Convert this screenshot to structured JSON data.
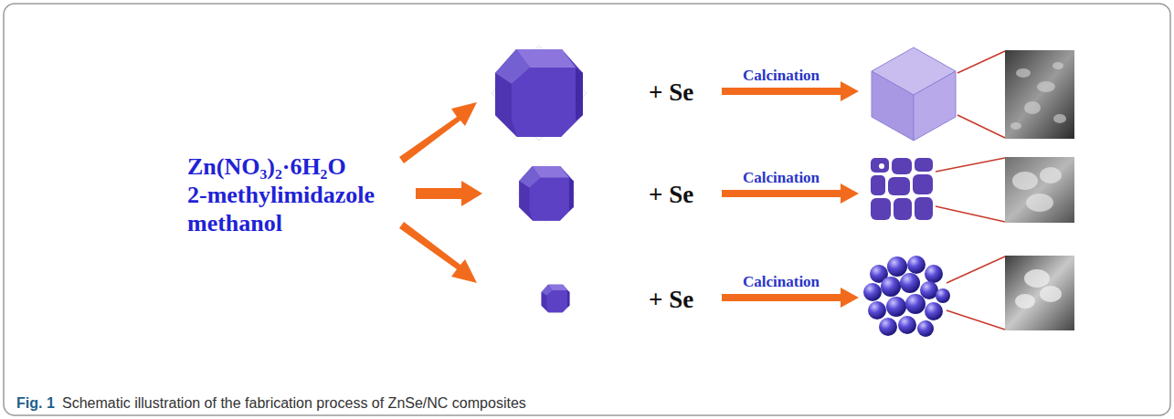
{
  "diagram": {
    "caption": "Schematic illustration of the fabrication process of ZnSe/NC composites",
    "labels": [
      "Zn(NO₃)₂·6H₂O",
      "2-methylimidazole",
      "methanol",
      "+ Se",
      "Calcination",
      "+ Se",
      "Calcination",
      "+ Se",
      "Calcination",
      "Fig. 1"
    ]
  }
}
